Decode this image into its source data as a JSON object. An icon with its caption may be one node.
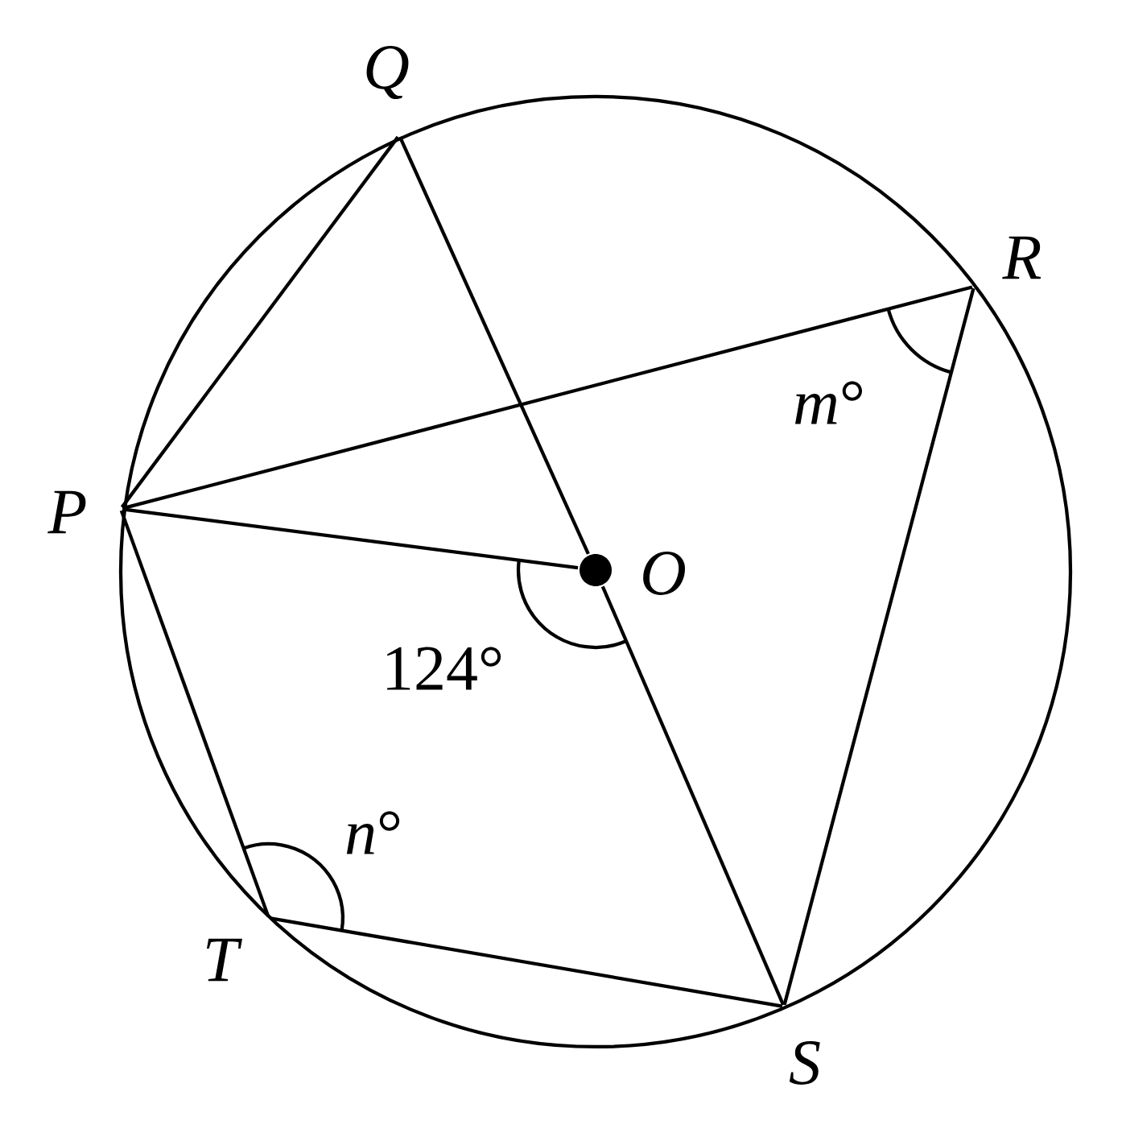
{
  "diagram": {
    "nodes": [
      {
        "text": [
          "P"
        ]
      },
      {
        "text": [
          "Q"
        ]
      },
      {
        "text": [
          "R"
        ]
      },
      {
        "text": [
          "O"
        ]
      },
      {
        "text": [
          "T"
        ]
      },
      {
        "text": [
          "S"
        ]
      }
    ],
    "edges": [
      {
        "from": 0,
        "to": 1,
        "arrow": "none"
      },
      {
        "from": 0,
        "to": 2,
        "arrow": "none"
      },
      {
        "from": 1,
        "to": 3,
        "arrow": "none"
      },
      {
        "from": 0,
        "to": 3,
        "arrow": "none"
      },
      {
        "from": 3,
        "to": 5,
        "arrow": "none"
      },
      {
        "from": 2,
        "to": 5,
        "arrow": "none"
      },
      {
        "from": 0,
        "to": 4,
        "arrow": "none"
      },
      {
        "from": 4,
        "to": 5,
        "arrow": "none"
      }
    ],
    "labels": [
      "*m*°",
      "124°",
      "*n*°"
    ]
  }
}
